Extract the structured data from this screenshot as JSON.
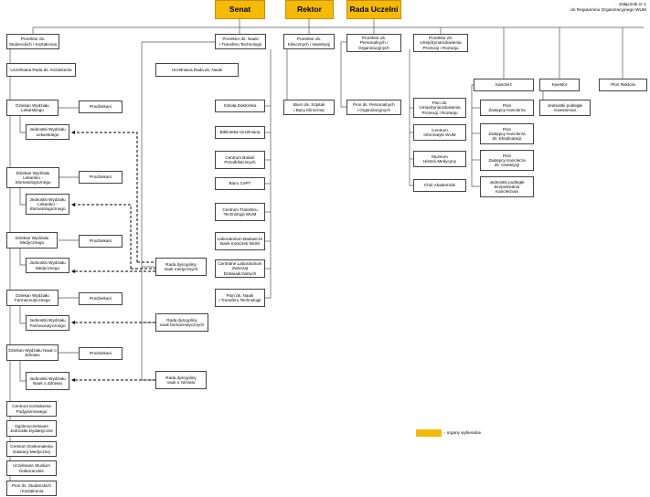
{
  "header_note": "Załącznik nr 1\ndo Regulaminu Organizacyjnego WUM",
  "legend": {
    "label": "- organy wybieralne",
    "color": "#f5ba05"
  },
  "governing_bodies": {
    "senat": "Senat",
    "rektor": "Rektor",
    "rada_uczelni": "Rada Uczelni"
  },
  "units": {
    "prorektor_studenci": "Prorektor ds.\nStudenckich i Kształcenia",
    "prorektor_nauka": "Prorektor ds. Nauki\ni Transferu Technologii",
    "prorektor_kliniczne": "Prorektor ds.\nKlinicznych i Inwestycji",
    "prorektor_personalne": "Prorektor ds.\nPersonalnych i\nOrganizacyjnych",
    "prorektor_umiedzynarodowienie": "Prorektor ds.\nUmiędzynarodowienia\nPromocji i Rozwoju",
    "rada_ksztalcenia": "Uczelniana Rada ds. Kształcenia",
    "rada_nauki": "Uczelniana Rada ds. Nauki",
    "dziekan_lekarski": "Dziekan Wydziału\nLekarskiego",
    "prodziekani_1": "Prodziekani",
    "jednostki_lekarskiego": "Jednostki Wydziału\nLekarskiego",
    "dziekan_stomatologiczny": "Dziekan Wydziału\nLekarsko -\nStomatologicznego",
    "prodziekani_2": "Prodziekani",
    "jednostki_stomatologiczny": "Jednostki Wydziału\nLekarsko -\nStomatologicznego",
    "dziekan_medyczny": "Dziekan Wydziału\nMedycznego",
    "prodziekani_3": "Prodziekani",
    "jednostki_medyczny": "Jednostki Wydziału\nMedycznego",
    "dziekan_farmaceutyczny": "Dziekan Wydziału\nFarmaceutycznego",
    "prodziekani_4": "Prodziekani",
    "jednostki_farmaceutyczny": "Jednostki Wydziału\nFarmaceutycznego",
    "dziekan_zdrowie": "Dziekan Wydziału Nauk o\nZdrowiu",
    "prodziekani_5": "Prodziekani",
    "jednostki_zdrowie": "Jednostki Wydziału\nNauk o Zdrowiu",
    "centrum_ksztalcenia": "Centrum Kształcenia\nPodyplomowego",
    "ogolnouczelniane": "Ogólnouczelniane\nJednostki Dydaktyczne",
    "centrum_doskonalenia": "Centrum Doskonalenia\nEdukacji Medycznej",
    "studium_doktoranckie": "Uczelniane Studium\nDoktoranckie",
    "pion_studenckich": "Pion ds. Studenckich\ni Kształcenia",
    "szkola_doktorska": "Szkoła Doktorska",
    "biblioteka": "Biblioteka Uczelniana",
    "centrum_badan": "Centrum Badań\nPrzedklinicznych",
    "biuro_cept": "Biuro CePT",
    "centrum_transferu": "Centrum Transferu\nTechnologii WUM",
    "laboratorium": "Laboratorium Badawcze\nBank Komórek WUM",
    "centralne_lab": "Centralne Laboratorium\nZwierząt Doświadczalnych",
    "pion_nauki": "Pion ds. Nauki\ni Transferu Technologii",
    "rada_medycznych": "Rada dyscypliny\nnauk medycznych",
    "rada_farmaceutycznych": "Rada dyscypliny\nnauk farmaceutycznych",
    "rada_zdrowie": "Rada dyscypliny\nnauk o zdrowiu",
    "biuro_szpitali": "Biuro ds. Szpitali\ni Bazy Klinicznej",
    "pion_personalnych": "Pion ds. Personalnych\ni Organizacyjnych",
    "pion_umiedzynarodowienia": "Pion ds.\nUmiędzynarodowienia\nPromocji i Rozwoju",
    "centrum_informatyki": "Centrum\nInformatyki WUM",
    "muzeum": "Muzeum\nHistorii Medycyny",
    "chor": "Chór Akademicki",
    "kanclerz": "Kanclerz",
    "pion_zastepcy": "Pion\nZastępcy Kanclerza",
    "pion_eksploatacji": "Pion\nZastępcy Kanclerza\nds. Eksploatacji",
    "pion_inwestycji": "Pion\nZastępcy Kanclerza\nds. Inwestycji",
    "jednostki_kanclerza": "Jednostki podległe\nbezpośrednio\nKanclerzowi",
    "kwestor": "Kwestor",
    "jednostki_kwestora": "Jednostki podległe\nKwestorowi",
    "pion_rektora": "Pion Rektora"
  }
}
